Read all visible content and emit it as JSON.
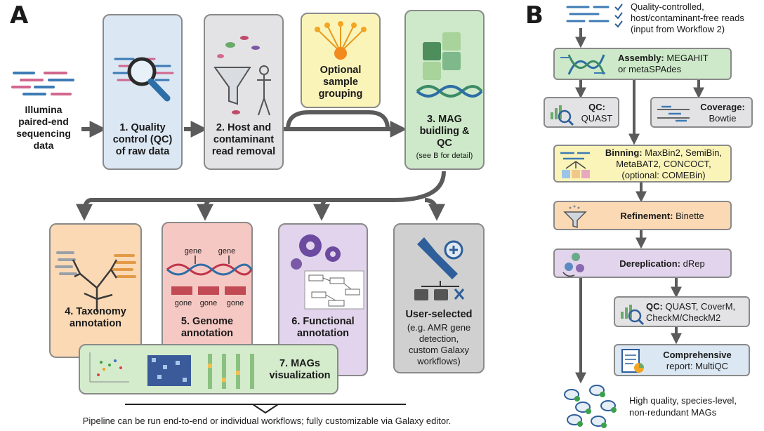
{
  "panel_a": {
    "letter": "A",
    "input_label": [
      "Illumina",
      "paired-end",
      "sequencing",
      "data"
    ],
    "step1": [
      "1. Quality",
      "control (QC)",
      "of raw data"
    ],
    "step2": [
      "2. Host and",
      "contaminant",
      "read removal"
    ],
    "optional": [
      "Optional",
      "sample",
      "grouping"
    ],
    "step3": [
      "3. MAG",
      "buidling &",
      "QC"
    ],
    "step3_note": "(see B for detail)",
    "step4": [
      "4. Taxonomy",
      "annotation"
    ],
    "step5": [
      "5. Genome",
      "annotation"
    ],
    "step5_gene": "gene",
    "step5_gone": "gone",
    "step6": [
      "6. Functional",
      "annotation"
    ],
    "step_user_title": "User-selected",
    "step_user_desc": [
      "(e.g. AMR gene",
      "detection,",
      "custom Galaxy",
      "workflows)"
    ],
    "step7": [
      "7. MAGs",
      "visualization"
    ],
    "footer": "Pipeline can be run end-to-end or individual workflows; fully customizable via Galaxy editor.",
    "colors": {
      "qc": "#dbe7f3",
      "host": "#e3e3e5",
      "optional": "#fbf4b9",
      "mag": "#cde9c9",
      "taxonomy": "#fbd9b4",
      "genome": "#f6c8c3",
      "functional": "#e2d4ec",
      "user": "#d0d0d0",
      "viz": "#d4ebcc",
      "arrow": "#5b5b5b"
    }
  },
  "panel_b": {
    "letter": "B",
    "input": [
      "Quality-controlled,",
      "host/contaminant-free reads",
      "(input from Workflow 2)"
    ],
    "assembly_bold": "Assembly:",
    "assembly_rest": [
      " MEGAHIT",
      "or metaSPAdes"
    ],
    "qc1_bold": "QC:",
    "qc1_rest": "QUAST",
    "coverage_bold": "Coverage:",
    "coverage_rest": "Bowtie",
    "binning_bold": "Binning:",
    "binning_rest": [
      " MaxBin2, SemiBin,",
      "MetaBAT2, CONCOCT,",
      "(optional: COMEBin)"
    ],
    "refinement_bold": "Refinement:",
    "refinement_rest": " Binette",
    "dereplication_bold": "Dereplication:",
    "dereplication_rest": " dRep",
    "qc2_bold": "QC:",
    "qc2_rest": [
      " QUAST, CoverM,",
      "CheckM/CheckM2"
    ],
    "report_bold": "Comprehensive",
    "report_rest_a": "report:",
    "report_rest_b": " MultiQC",
    "output": [
      "High quality, species-level,",
      "non-redundant MAGs"
    ],
    "colors": {
      "assembly": "#cde9c9",
      "qc": "#e3e3e5",
      "binning": "#fbf4b9",
      "refinement": "#fbd9b4",
      "dereplication": "#e2d4ec",
      "report": "#dbe7f3"
    }
  }
}
